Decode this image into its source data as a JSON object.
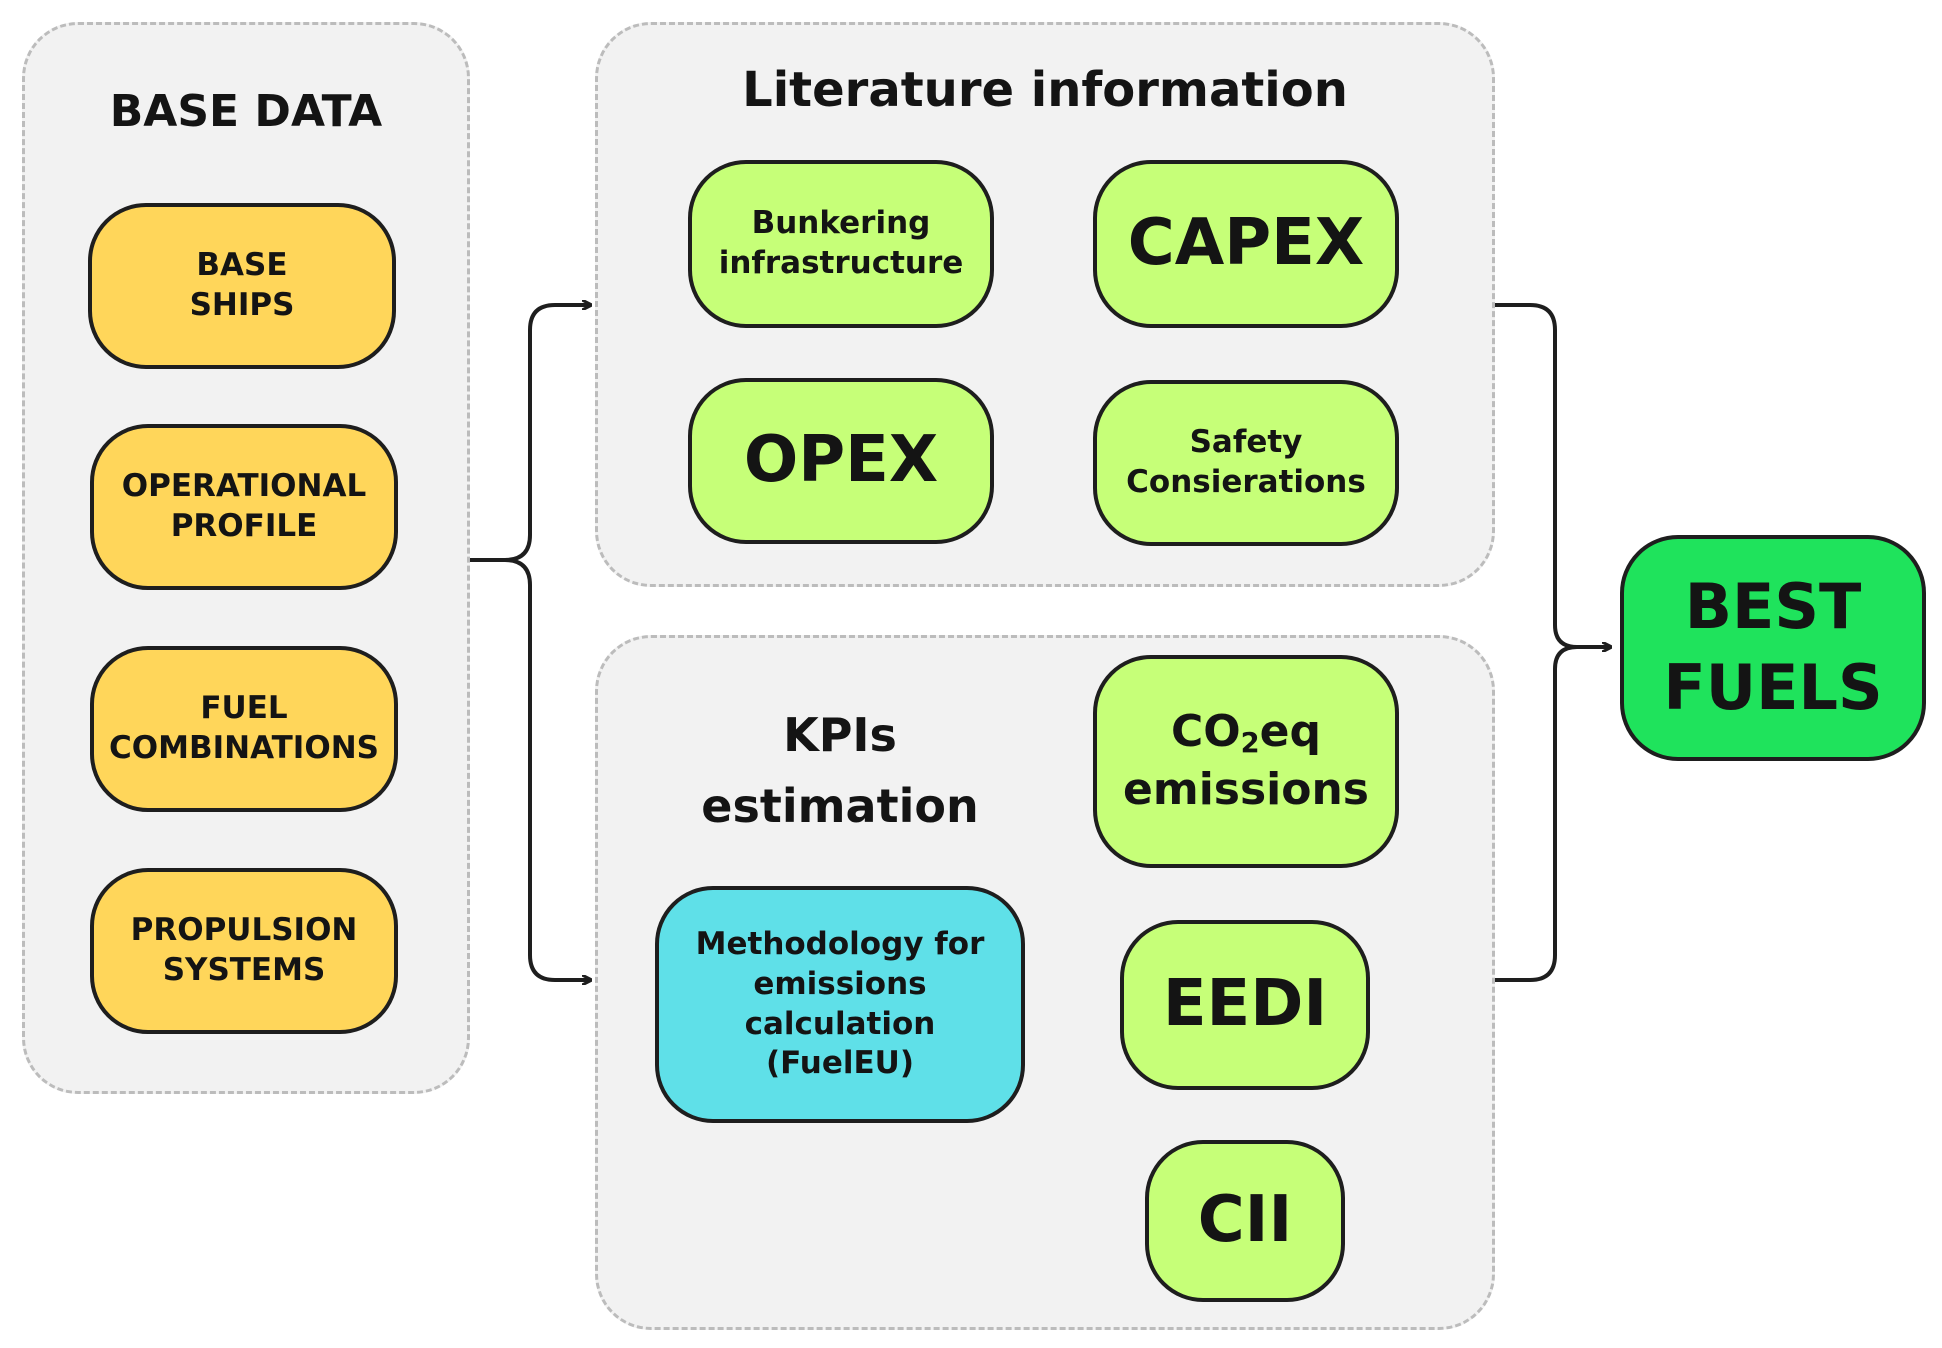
{
  "base_data": {
    "title": "BASE DATA",
    "items": [
      {
        "line1": "BASE",
        "line2": "SHIPS"
      },
      {
        "line1": "OPERATIONAL",
        "line2": "PROFILE"
      },
      {
        "line1": "FUEL",
        "line2": "COMBINATIONS"
      },
      {
        "line1": "PROPULSION",
        "line2": "SYSTEMS"
      }
    ]
  },
  "literature": {
    "title": "Literature information",
    "bunkering": {
      "line1": "Bunkering",
      "line2": "infrastructure"
    },
    "capex": "CAPEX",
    "opex": "OPEX",
    "safety": {
      "line1": "Safety",
      "line2": "Consierations"
    }
  },
  "kpis": {
    "title_line1": "KPIs",
    "title_line2": "estimation",
    "methodology": {
      "line1": "Methodology for",
      "line2": "emissions",
      "line3": "calculation",
      "line4": "(FuelEU)"
    },
    "co2": {
      "prefix": "CO",
      "subscript": "2",
      "suffix": "eq",
      "line2": "emissions"
    },
    "eedi": "EEDI",
    "cii": "CII"
  },
  "result": {
    "line1": "BEST",
    "line2": "FUELS"
  },
  "colors": {
    "group_fill": "#f2f2f2",
    "group_border": "#bcbcbc",
    "base_box": "#ffd65a",
    "kpi_box": "#c6ff78",
    "methodology_box": "#5fe0e8",
    "result_box": "#1fe35c",
    "outline": "#1e1e1e"
  }
}
